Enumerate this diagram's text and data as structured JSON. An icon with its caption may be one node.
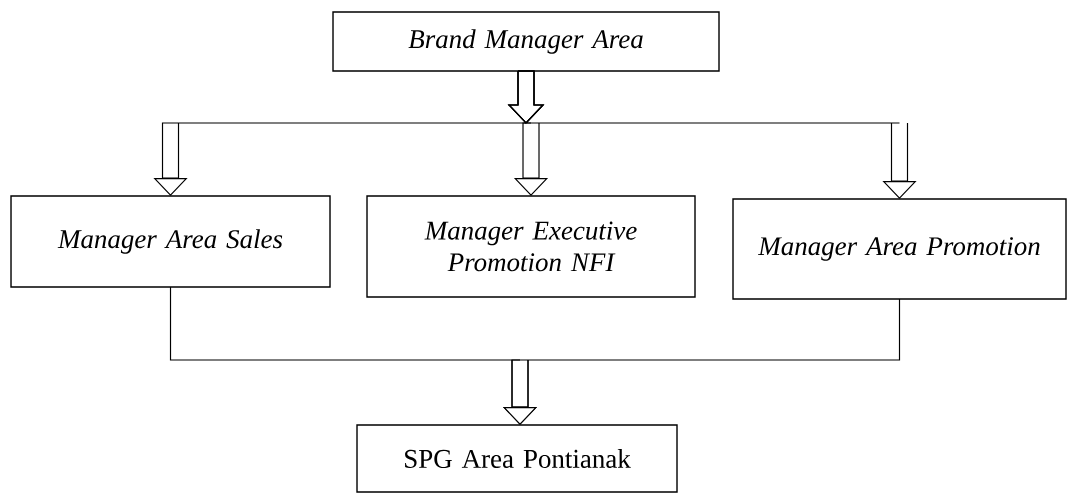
{
  "diagram": {
    "nodes": [
      {
        "text": [
          "Brand Manager Area"
        ]
      },
      {
        "text": [
          "Manager Area Sales"
        ]
      },
      {
        "text": [
          "Manager Executive Promotion NFI"
        ]
      },
      {
        "text": [
          "Manager Area Promotion"
        ]
      },
      {
        "text": [
          "SPG Area Pontianak"
        ]
      }
    ],
    "edges": [
      {
        "from": 0,
        "to": 1,
        "arrow": "to"
      },
      {
        "from": 0,
        "to": 2,
        "arrow": "to"
      },
      {
        "from": 0,
        "to": 3,
        "arrow": "to"
      },
      {
        "from": 1,
        "to": 4,
        "arrow": "to"
      },
      {
        "from": 3,
        "to": 4,
        "arrow": "to"
      }
    ]
  }
}
